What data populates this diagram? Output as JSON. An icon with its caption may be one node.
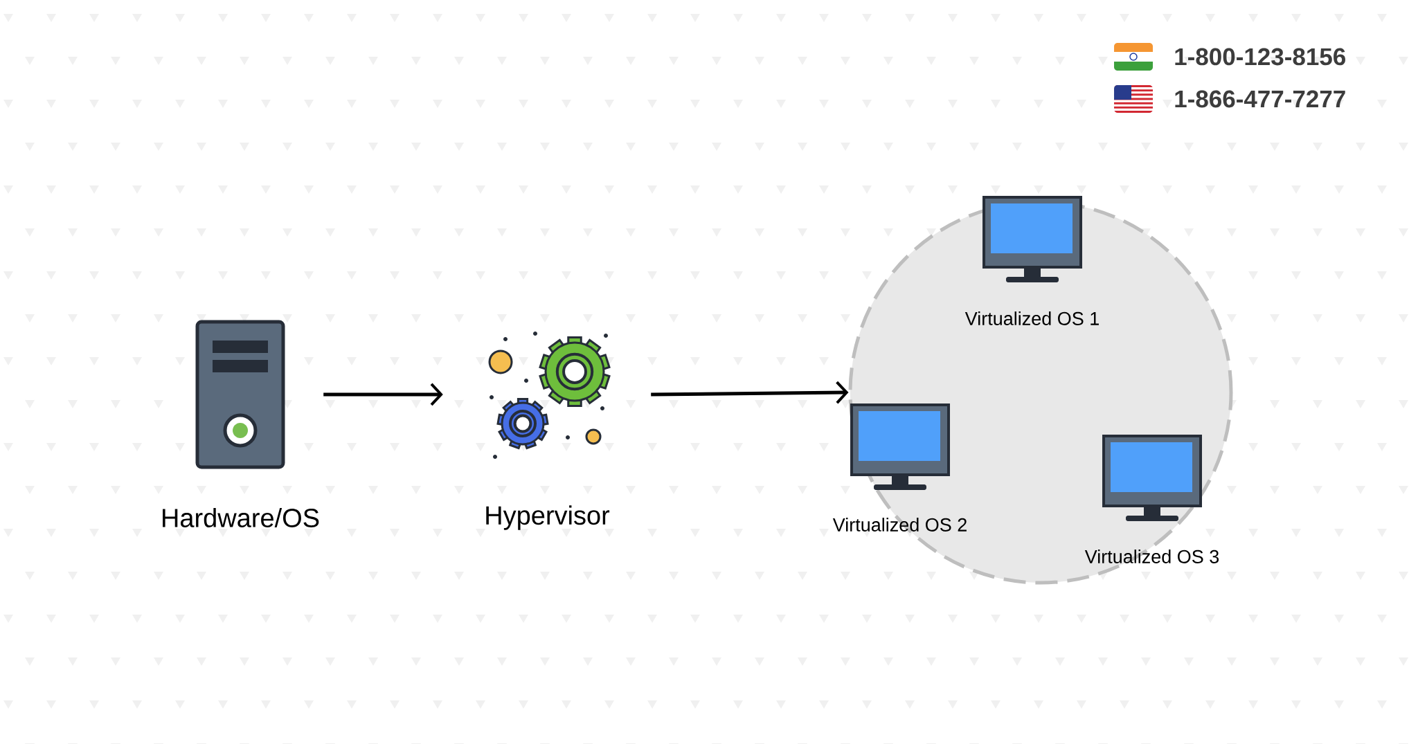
{
  "diagram": {
    "nodes": [
      {
        "text": [
          "Hardware/OS"
        ]
      },
      {
        "text": [
          "Hypervisor"
        ]
      },
      {
        "text": [],
        "shape": "circle"
      },
      {
        "text": [
          "Virtualized OS 1"
        ],
        "in": 2
      },
      {
        "text": [
          "Virtualized OS 2"
        ],
        "in": 2
      },
      {
        "text": [
          "Virtualized OS 3"
        ],
        "in": 2
      }
    ],
    "edges": [
      {
        "from": 0,
        "to": 1,
        "arrow": "to"
      },
      {
        "from": 1,
        "to": 2,
        "arrow": "to"
      }
    ],
    "labels": [
      "1-800-123-8156",
      "1-866-477-7277"
    ]
  }
}
